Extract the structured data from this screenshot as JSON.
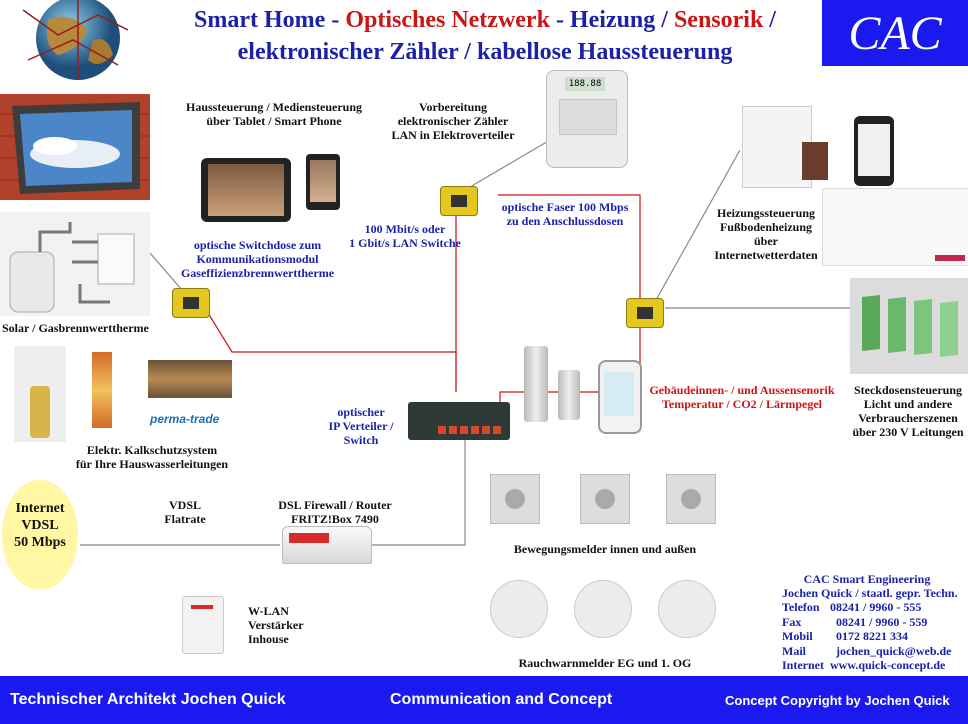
{
  "header": {
    "title_part1": "Smart Home - ",
    "title_part2": "Optisches Netzwerk",
    "title_part3": " - Heizung / ",
    "title_part4": "Sensorik",
    "title_part5": " /",
    "title_line2": "elektronischer Zähler / kabellose Haussteuerung",
    "logo": "CAC"
  },
  "labels": {
    "tablet": "Haussteuerung / Mediensteuerung\nüber Tablet / Smart Phone",
    "meter": "Vorbereitung\nelektronischer Zähler\nLAN in Elektroverteiler",
    "switch_speed": "100 Mbit/s oder\n1 Gbit/s LAN  Switche",
    "fiber": "optische Faser 100 Mbps\nzu den Anschlussdosen",
    "switchbox": "optische Switchdose  zum\nKommunikationsmodul\nGaseffizienzbrennwerttherme",
    "solar": "Solar / Gasbrennwerttherme",
    "heating": "Heizungssteuerung\nFußbodenheizung\nüber\nInternetwetterdaten",
    "socket": "Steckdosensteuerung\nLicht und andere\nVerbraucherszenen\nüber 230 V Leitungen",
    "sensors": "Gebäudeinnen- / und Aussensenorik\nTemperatur / CO2 / Lärmpegel",
    "ip_switch": "optischer\nIP Verteiler /\nSwitch",
    "kalk": "Elektr. Kalkschutzsystem\nfür Ihre Hauswasserleitungen",
    "internet": "Internet\nVDSL\n 50 Mbps",
    "vdsl": "VDSL\nFlatrate",
    "router": "DSL Firewall / Router\nFRITZ!Box 7490",
    "motion": "Bewegungsmelder innen und außen",
    "wlan": "W-LAN\nVerstärker\nInhouse",
    "smoke": "Rauchwarnmelder  EG und 1. OG",
    "perma": "perma-trade"
  },
  "contact": {
    "title": "CAC Smart Engineering",
    "name": "Jochen Quick / staatl. gepr. Techn.",
    "rows": [
      {
        "k": "Telefon",
        "v": "08241 /  9960 - 555"
      },
      {
        "k": "Fax",
        "v": "  08241 / 9960 - 559"
      },
      {
        "k": "Mobil",
        "v": "  0172 8221 334"
      },
      {
        "k": "Mail",
        "v": "  jochen_quick@web.de"
      },
      {
        "k": "Internet",
        "v": "www.quick-concept.de"
      }
    ]
  },
  "footer": {
    "left": "Technischer Architekt Jochen Quick",
    "center": "Communication and Concept",
    "right": "Concept Copyright by Jochen Quick"
  },
  "devices": {
    "meter_display": "188.88"
  },
  "colors": {
    "blue": "#1a1af0",
    "title_blue": "#1b22a8",
    "red": "#cc1515"
  }
}
